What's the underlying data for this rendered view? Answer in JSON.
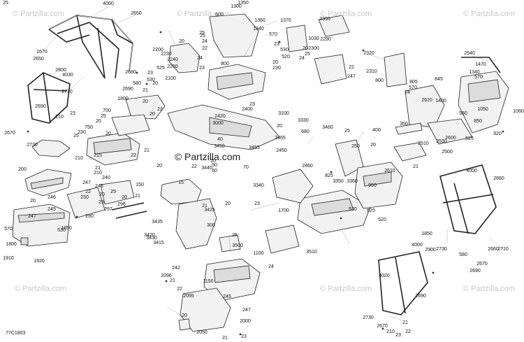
{
  "watermark": "© Partzilla.com",
  "center_watermark": "© Partzilla.com",
  "diagram_code": "77C1803",
  "labels": [
    "4000",
    "2650",
    "2670",
    "2650",
    "2800",
    "4030",
    "2730",
    "2690",
    "210",
    "2670",
    "23",
    "2730",
    "200",
    "246",
    "20",
    "245",
    "247",
    "530",
    "570",
    "1850",
    "1800",
    "1910",
    "1920",
    "2680",
    "2690",
    "530",
    "580",
    "20",
    "21",
    "525",
    "23",
    "2200",
    "2230",
    "2240",
    "2250",
    "25",
    "22",
    "24",
    "23",
    "2100",
    "1800",
    "20",
    "22",
    "20",
    "700",
    "25",
    "750",
    "230",
    "20",
    "210",
    "215",
    "22",
    "21",
    "25",
    "20",
    "247",
    "22",
    "21",
    "210",
    "240",
    "245",
    "230",
    "20",
    "25",
    "150",
    "296",
    "297",
    "21",
    "20",
    "25",
    "290",
    "1350",
    "1300",
    "1370",
    "1360",
    "1340",
    "600",
    "25",
    "24",
    "20",
    "570",
    "23",
    "530",
    "520",
    "800",
    "20",
    "230",
    "2350",
    "1030",
    "2290",
    "2300",
    "20",
    "25",
    "24",
    "22",
    "2310",
    "247",
    "2320",
    "800",
    "24",
    "805",
    "570",
    "845",
    "350",
    "2620",
    "580",
    "2530",
    "2500",
    "2600",
    "2510",
    "2540",
    "1470",
    "1340",
    "570",
    "1050",
    "1060",
    "1400",
    "920",
    "525",
    "850",
    "23",
    "3100",
    "2400",
    "3000",
    "20",
    "2420",
    "40",
    "3330",
    "680",
    "3460",
    "3465",
    "3455",
    "2450",
    "2460",
    "3450",
    "10",
    "20",
    "22",
    "3440",
    "60",
    "50",
    "70",
    "15",
    "3435",
    "3420",
    "3430",
    "3415",
    "3425",
    "21",
    "20",
    "300",
    "25",
    "400",
    "250",
    "825",
    "3350",
    "3360",
    "1700",
    "3340",
    "23",
    "20",
    "21",
    "2610",
    "950",
    "625",
    "520",
    "530",
    "25",
    "3500",
    "3510",
    "1100",
    "24",
    "242",
    "1150",
    "21",
    "2096",
    "22",
    "2095",
    "20",
    "245",
    "247",
    "2000",
    "2050",
    "21",
    "23",
    "4000",
    "2660",
    "1850",
    "4000",
    "2710",
    "2730",
    "580",
    "2690",
    "2660",
    "2670",
    "2900",
    "4020",
    "2690",
    "2730",
    "2670",
    "210",
    "23",
    "21",
    "22",
    "25"
  ],
  "watermarks_positions_note": ""
}
